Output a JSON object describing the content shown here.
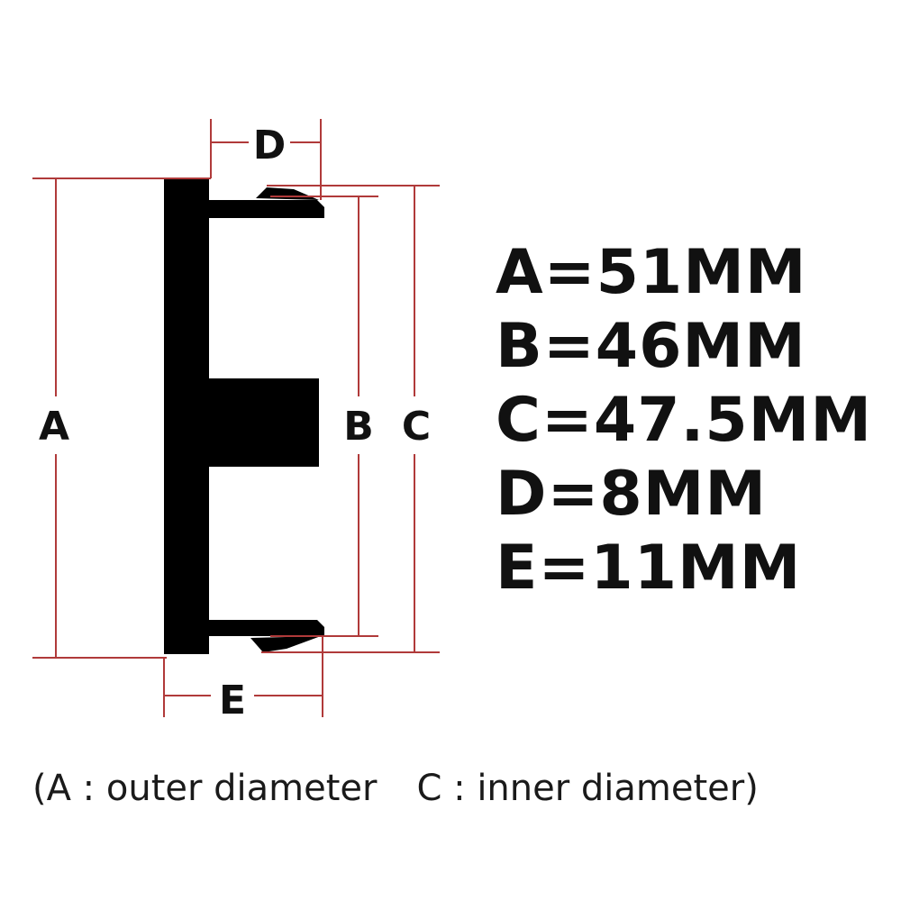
{
  "dimension_labels": {
    "a": "A",
    "b": "B",
    "c": "C",
    "d": "D",
    "e": "E"
  },
  "specs": [
    "A=51MM",
    "B=46MM",
    "C=47.5MM",
    "D=8MM",
    "E=11MM"
  ],
  "caption": {
    "outer": "(A : outer diameter",
    "inner": "C : inner diameter)"
  },
  "colors": {
    "dimension_line": "#b03a3a",
    "part": "#000000",
    "text": "#111111"
  }
}
